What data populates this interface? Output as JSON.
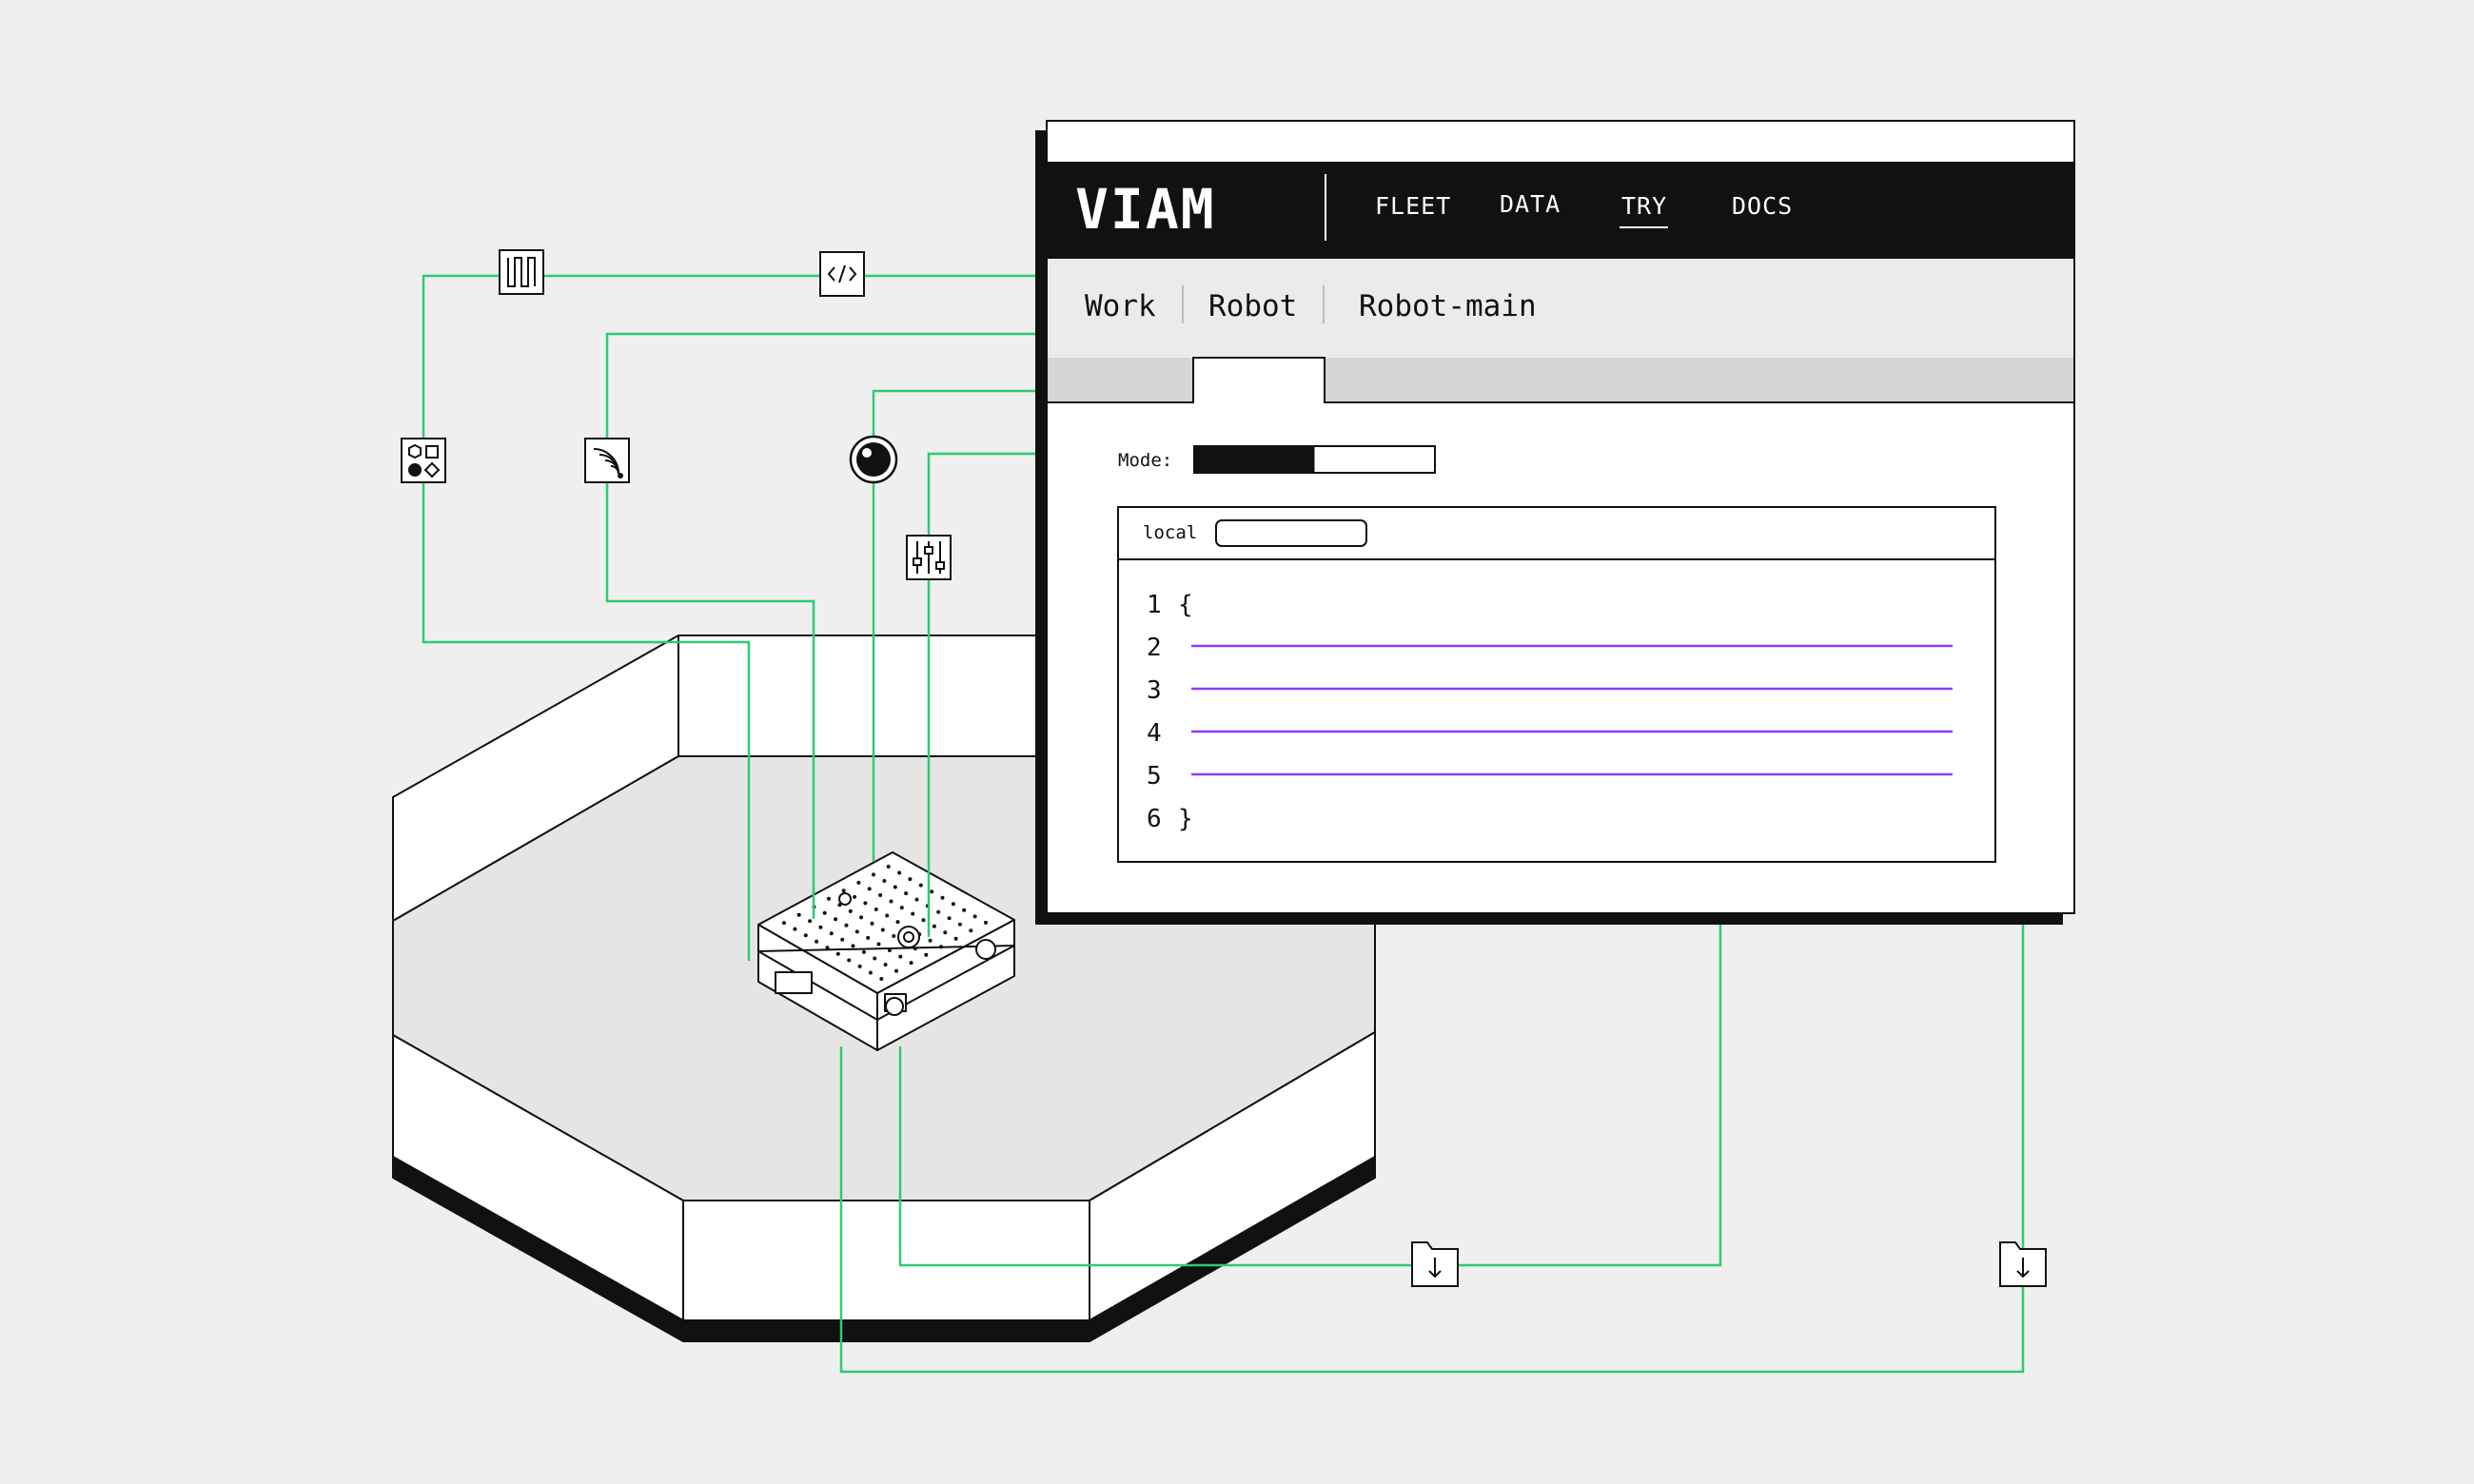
{
  "brand": {
    "logo_text": "VIAM"
  },
  "nav": {
    "items": [
      {
        "label": "FLEET",
        "active": false
      },
      {
        "label": "DATA",
        "active": false
      },
      {
        "label": "TRY",
        "active": true
      },
      {
        "label": "DOCS",
        "active": false
      }
    ]
  },
  "breadcrumb": [
    "Work",
    "Robot",
    "Robot-main"
  ],
  "mode": {
    "label": "Mode:",
    "fill_fraction": 0.5
  },
  "editor": {
    "tab_label": "local",
    "lines": [
      {
        "num": "1",
        "text": "{"
      },
      {
        "num": "2",
        "text": ""
      },
      {
        "num": "3",
        "text": ""
      },
      {
        "num": "4",
        "text": ""
      },
      {
        "num": "5",
        "text": ""
      },
      {
        "num": "6",
        "text": "}"
      }
    ]
  },
  "icons": [
    "serpentine-icon",
    "code-icon",
    "shapes-icon",
    "sensor-waves-icon",
    "camera-icon",
    "sliders-icon",
    "download-folder-icon",
    "download-folder-icon"
  ],
  "colors": {
    "connector": "#2ecc71",
    "code_line": "#8b3cf7",
    "background": "#efefef",
    "ink": "#111111"
  }
}
